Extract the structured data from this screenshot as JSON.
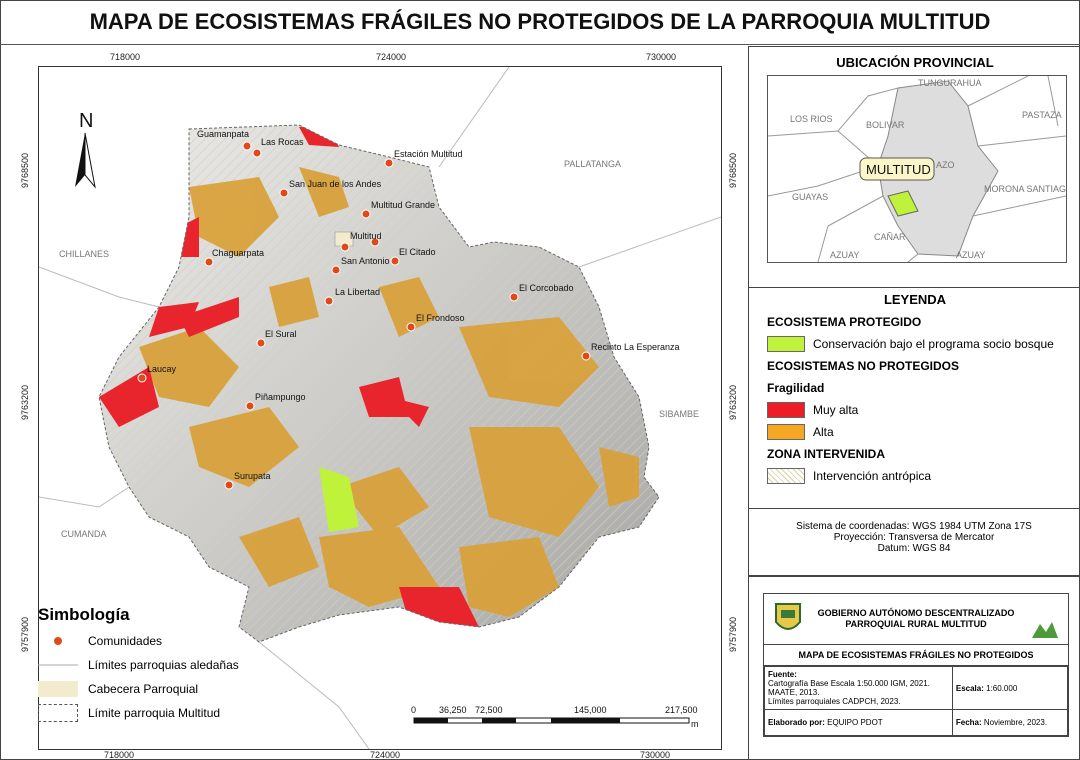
{
  "title": "MAPA DE ECOSISTEMAS FRÁGILES NO PROTEGIDOS DE LA PARROQUIA MULTITUD",
  "coords": {
    "x_top": [
      "718000",
      "724000",
      "730000"
    ],
    "x_bottom": [
      "718000",
      "724000",
      "730000"
    ],
    "y_left": [
      "9768500",
      "9763200",
      "9757900"
    ],
    "y_right": [
      "9768500",
      "9763200",
      "9757900"
    ]
  },
  "neighbors": [
    "CHILLANES",
    "PALLATANGA",
    "SIBAMBE",
    "CUMANDA"
  ],
  "communities": [
    "Guamanpata",
    "Las Rocas",
    "Estación Multitud",
    "San Juan de los Andes",
    "Multitud Grande",
    "Chaguarpata",
    "Multitud",
    "El Citado",
    "San Antonio",
    "El Corcobado",
    "La Libertad",
    "El Frondoso",
    "El Sural",
    "Recinto La Esperanza",
    "Laucay",
    "Piñampungo",
    "Surupata"
  ],
  "north": "N",
  "scalebar": {
    "labels": [
      "0",
      "36,250",
      "72,500",
      "145,000",
      "217,500"
    ],
    "unit": "m"
  },
  "symbology": {
    "title": "Simbología",
    "items": [
      "Comunidades",
      "Límites parroquias aledañas",
      "Cabecera Parroquial",
      "Límite parroquia Multitud"
    ]
  },
  "location": {
    "title": "UBICACIÓN PROVINCIAL",
    "labels": [
      "TUNGURAHUA",
      "PASTAZA",
      "LOS RIOS",
      "BOLIVAR",
      "AZO",
      "MORONA SANTIAGO",
      "GUAYAS",
      "CAÑAR",
      "AZUAY",
      "AZUAY"
    ],
    "highlight": "MULTITUD"
  },
  "legend": {
    "title": "LEYENDA",
    "protected_head": "ECOSISTEMA PROTEGIDO",
    "protected_item": "Conservación bajo el programa socio bosque",
    "unprotected_head": "ECOSISTEMAS NO PROTEGIDOS",
    "fragility_head": "Fragilidad",
    "very_high": "Muy alta",
    "high": "Alta",
    "intervened_head": "ZONA INTERVENIDA",
    "intervened_item": "Intervención antrópica",
    "colors": {
      "protected": "#bff23a",
      "very_high": "#ee1c24",
      "high": "#f5a623"
    }
  },
  "crs": {
    "line1": "Sistema de coordenadas: WGS 1984 UTM Zona 17S",
    "line2": "Proyección: Transversa de Mercator",
    "line3": "Datum: WGS 84"
  },
  "info": {
    "gov1": "GOBIERNO AUTÓNOMO DESCENTRALIZADO",
    "gov2": "PARROQUIAL RURAL MULTITUD",
    "map_title": "MAPA DE ECOSISTEMAS FRÁGILES NO PROTEGIDOS",
    "source_label": "Fuente:",
    "source_lines": [
      "Cartografía Base Escala 1:50.000 IGM, 2021.",
      "MAATE, 2013.",
      "Límites parroquiales CADPCH, 2023."
    ],
    "scale_label": "Escala:",
    "scale_value": "1:60.000",
    "made_label": "Elaborado por:",
    "made_value": "EQUIPO PDOT",
    "date_label": "Fecha:",
    "date_value": "Noviembre, 2023."
  }
}
